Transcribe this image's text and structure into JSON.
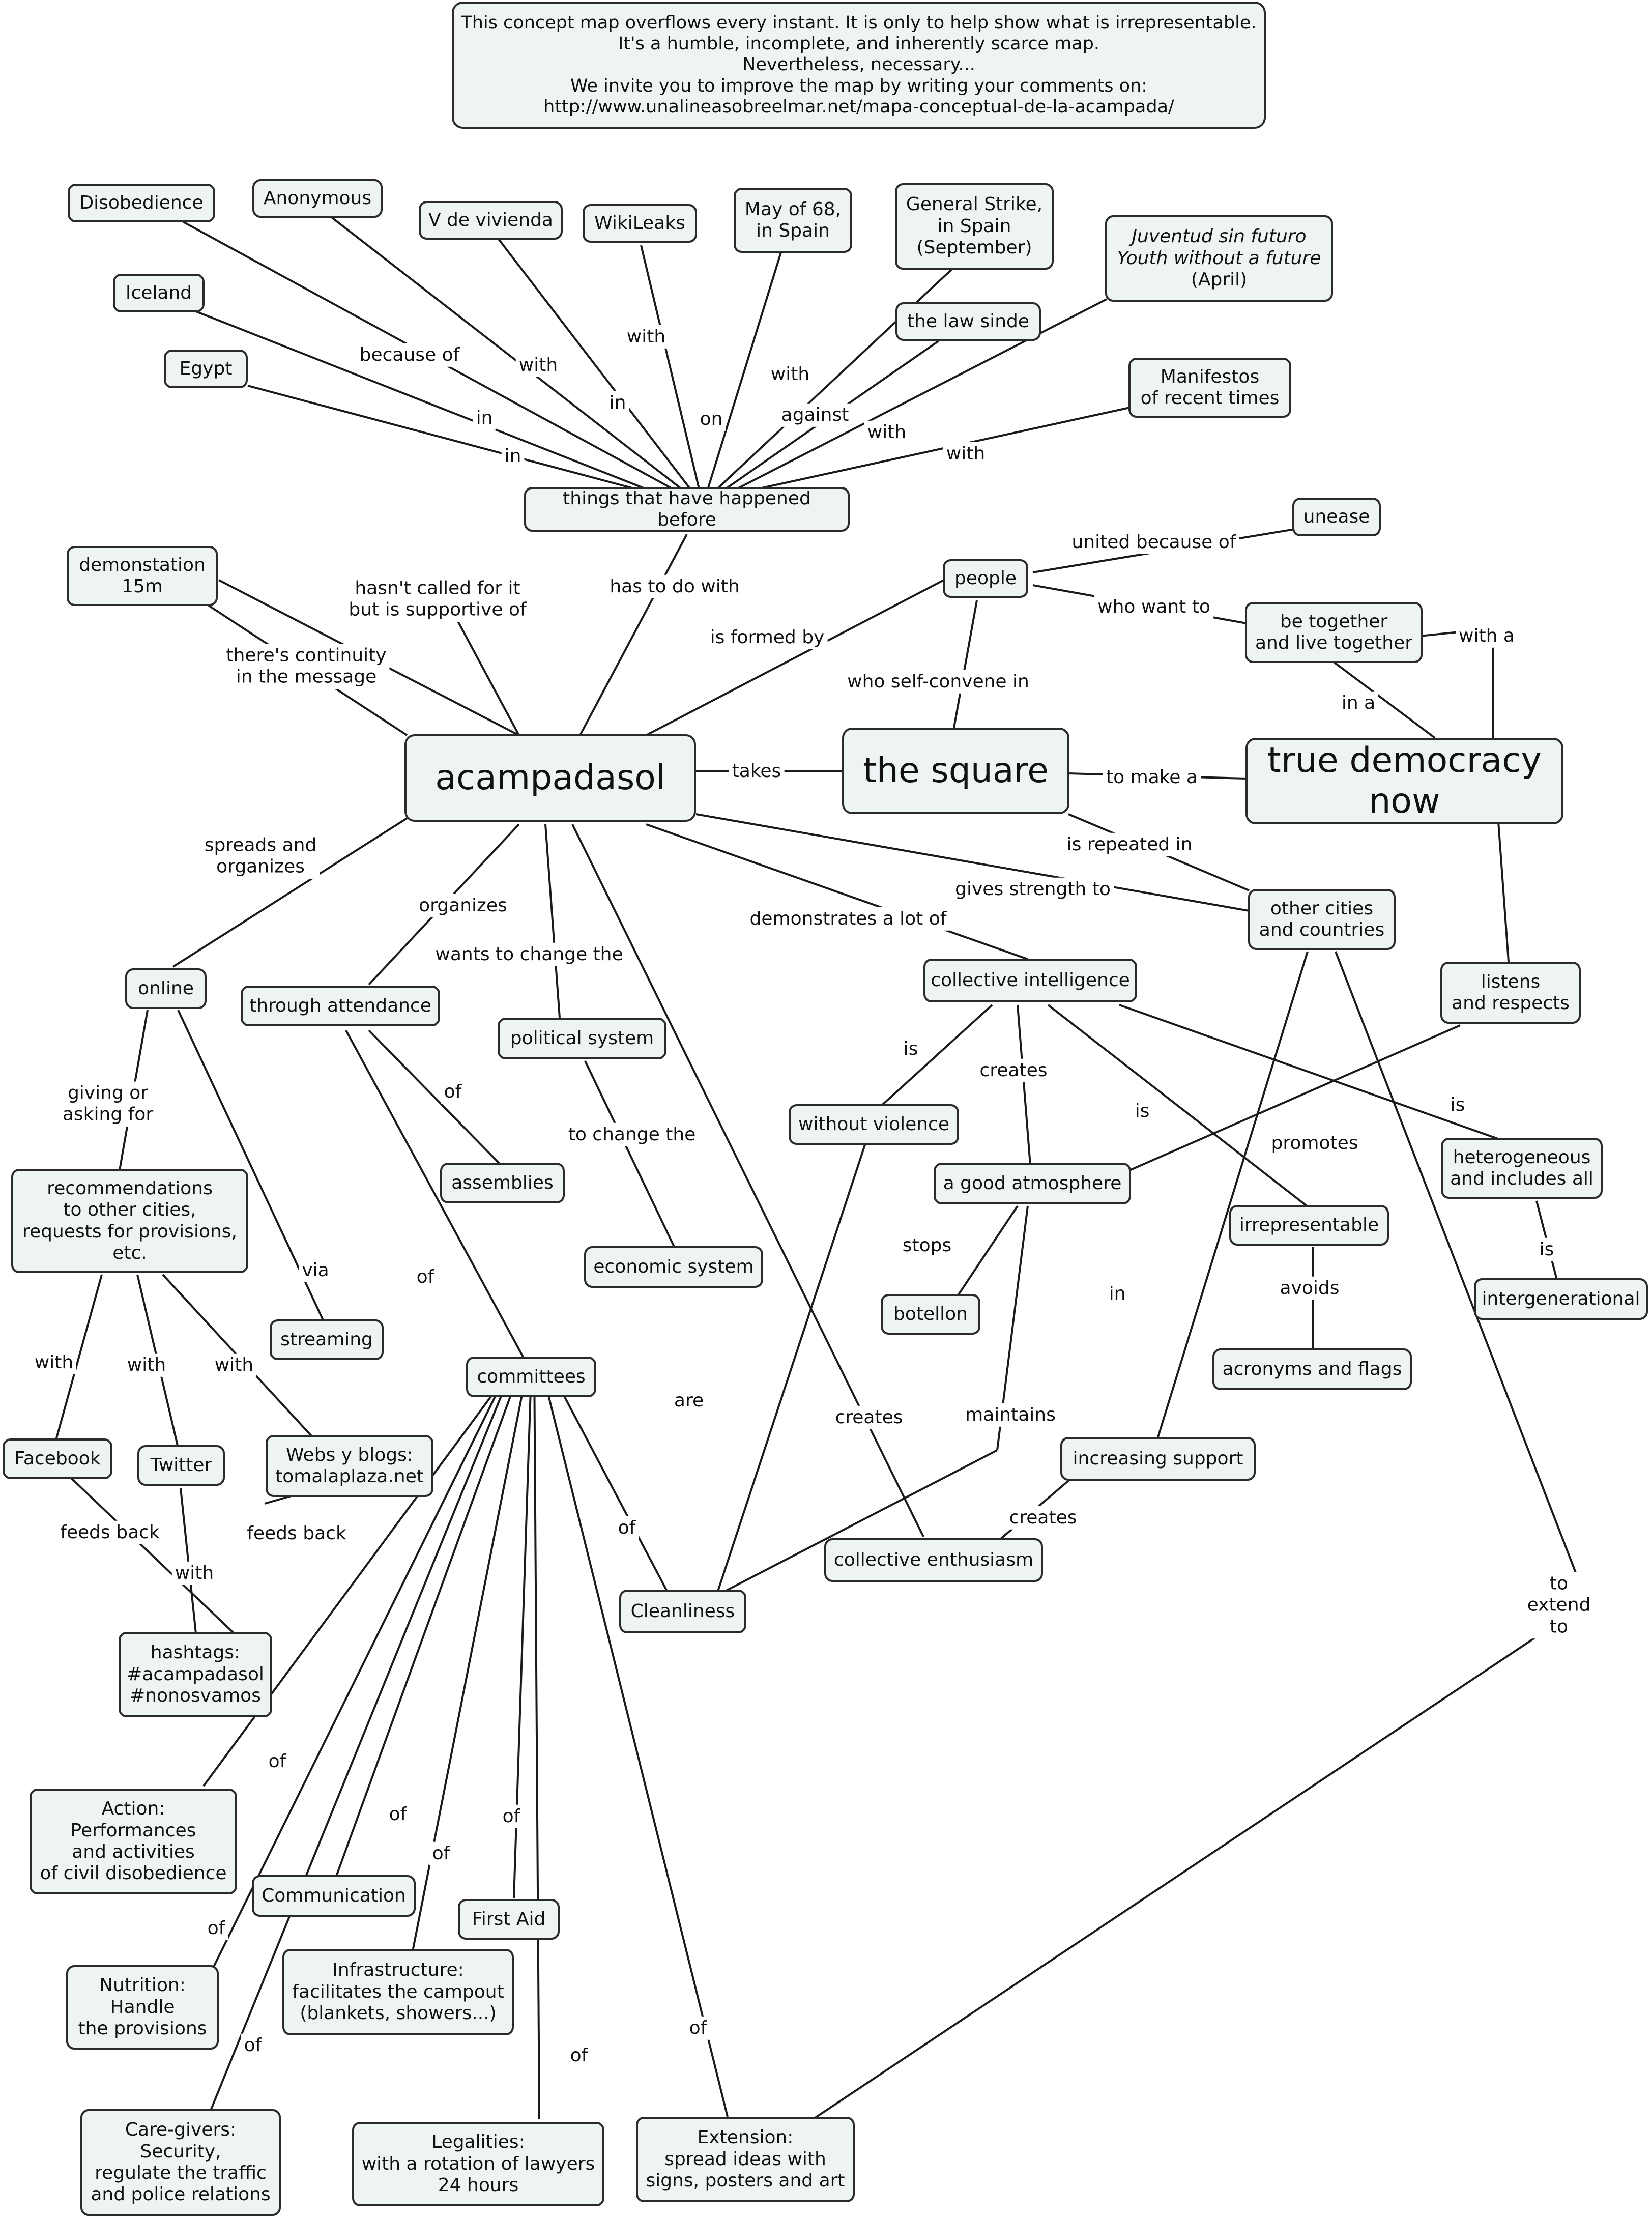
{
  "header_note": "This concept map overflows every instant. It is only to help show what is irrepresentable.\nIt's a humble, incomplete, and inherently scarce map.\nNevertheless, necessary...\nWe invite you to improve the map by writing your comments on:\nhttp://www.unalineasobreelmar.net/mapa-conceptual-de-la-acampada/",
  "nodes": {
    "acampadasol": "acampadasol",
    "the_square": "the square",
    "true_democracy": "true democracy now",
    "things_before": "things that have happened before",
    "disobedience": "Disobedience",
    "anonymous": "Anonymous",
    "v_de_vivienda": "V de vivienda",
    "wikileaks": "WikiLeaks",
    "may68": "May of 68,\nin Spain",
    "general_strike": "General Strike,\nin Spain\n(September)",
    "juventud_l1": "Juventud sin futuro",
    "juventud_l2": "Youth without a future",
    "juventud_l3": "(April)",
    "iceland": "Iceland",
    "egypt": "Egypt",
    "law_sinde": "the law sinde",
    "manifestos": "Manifestos\nof recent times",
    "demonstration": "demonstation\n15m",
    "people": "people",
    "unease": "unease",
    "be_together": "be together\nand live together",
    "other_cities": "other cities\nand countries",
    "online": "online",
    "through_attendance": "through attendance",
    "political_system": "political system",
    "collective_intelligence": "collective intelligence",
    "listens": "listens\nand respects",
    "recommendations": "recommendations\nto other cities,\nrequests for provisions,\netc.",
    "streaming": "streaming",
    "assemblies": "assemblies",
    "economic_system": "economic system",
    "without_violence": "without violence",
    "good_atmosphere": "a good atmosphere",
    "irrepresentable": "irrepresentable",
    "heterogeneous": "heterogeneous\nand includes all",
    "botellon": "botellon",
    "acronyms": "acronyms and flags",
    "intergenerational": "intergenerational",
    "committees": "committees",
    "facebook": "Facebook",
    "twitter": "Twitter",
    "webs": "Webs y blogs:\ntomalaplaza.net",
    "increasing_support": "increasing support",
    "collective_enthusiasm": "collective enthusiasm",
    "cleanliness": "Cleanliness",
    "hashtags": "hashtags:\n#acampadasol\n#nonosvamos",
    "action": "Action:\nPerformances\nand activities\nof civil disobedience",
    "communication": "Communication",
    "first_aid": "First Aid",
    "nutrition": "Nutrition:\nHandle\nthe provisions",
    "infrastructure": "Infrastructure:\nfacilitates the campout\n(blankets, showers...)",
    "care_givers": "Care-givers:\nSecurity,\nregulate the traffic\nand police relations",
    "legalities": "Legalities:\nwith a rotation of lawyers\n24 hours",
    "extension": "Extension:\nspread ideas with\nsigns, posters and art"
  },
  "links": {
    "because_of": "because of",
    "with_anonymous": "with",
    "in_v": "in",
    "with_wikileaks": "with",
    "on_may68": "on",
    "with_strike": "with",
    "against": "against",
    "with_juventud": "with",
    "with_manifestos": "with",
    "in_iceland": "in",
    "in_egypt": "in",
    "has_to_do_with": "has to do with",
    "hasnt_called": "hasn't called for it\nbut is supportive of",
    "continuity": "there's continuity\nin the message",
    "is_formed_by": "is formed by",
    "united_because": "united because of",
    "who_want_to": "who want to",
    "self_convene": "who self-convene in",
    "with_a": "with a",
    "in_a": "in a",
    "takes": "takes",
    "to_make_a": "to make a",
    "is_repeated_in": "is repeated in",
    "gives_strength": "gives strength to",
    "spreads": "spreads and\norganizes",
    "organizes": "organizes",
    "wants_change": "wants to change the",
    "demonstrates": "demonstrates a lot of",
    "giving_asking": "giving or\nasking for",
    "via": "via",
    "of_assemblies": "of",
    "to_change_the": "to change the",
    "is_without_violence": "is",
    "creates_atmosphere": "creates",
    "is_irrepresentable": "is",
    "is_heterogeneous": "is",
    "promotes": "promotes",
    "stops": "stops",
    "avoids": "avoids",
    "is_intergenerational": "is",
    "of_committees": "of",
    "with_facebook": "with",
    "with_twitter": "with",
    "with_webs": "with",
    "in_increasing": "in",
    "are": "are",
    "creates_enthusiasm": "creates",
    "maintains": "maintains",
    "creates_support": "creates",
    "of_cleanliness": "of",
    "feeds_back_1": "feeds back",
    "feeds_back_2": "feeds back",
    "with_hashtags": "with",
    "to_extend_to": "to extend to",
    "of_action": "of",
    "of_communication": "of",
    "of_infrastructure": "of",
    "of_first_aid": "of",
    "of_nutrition": "of",
    "of_care_givers": "of",
    "of_legalities": "of",
    "of_extension": "of"
  }
}
